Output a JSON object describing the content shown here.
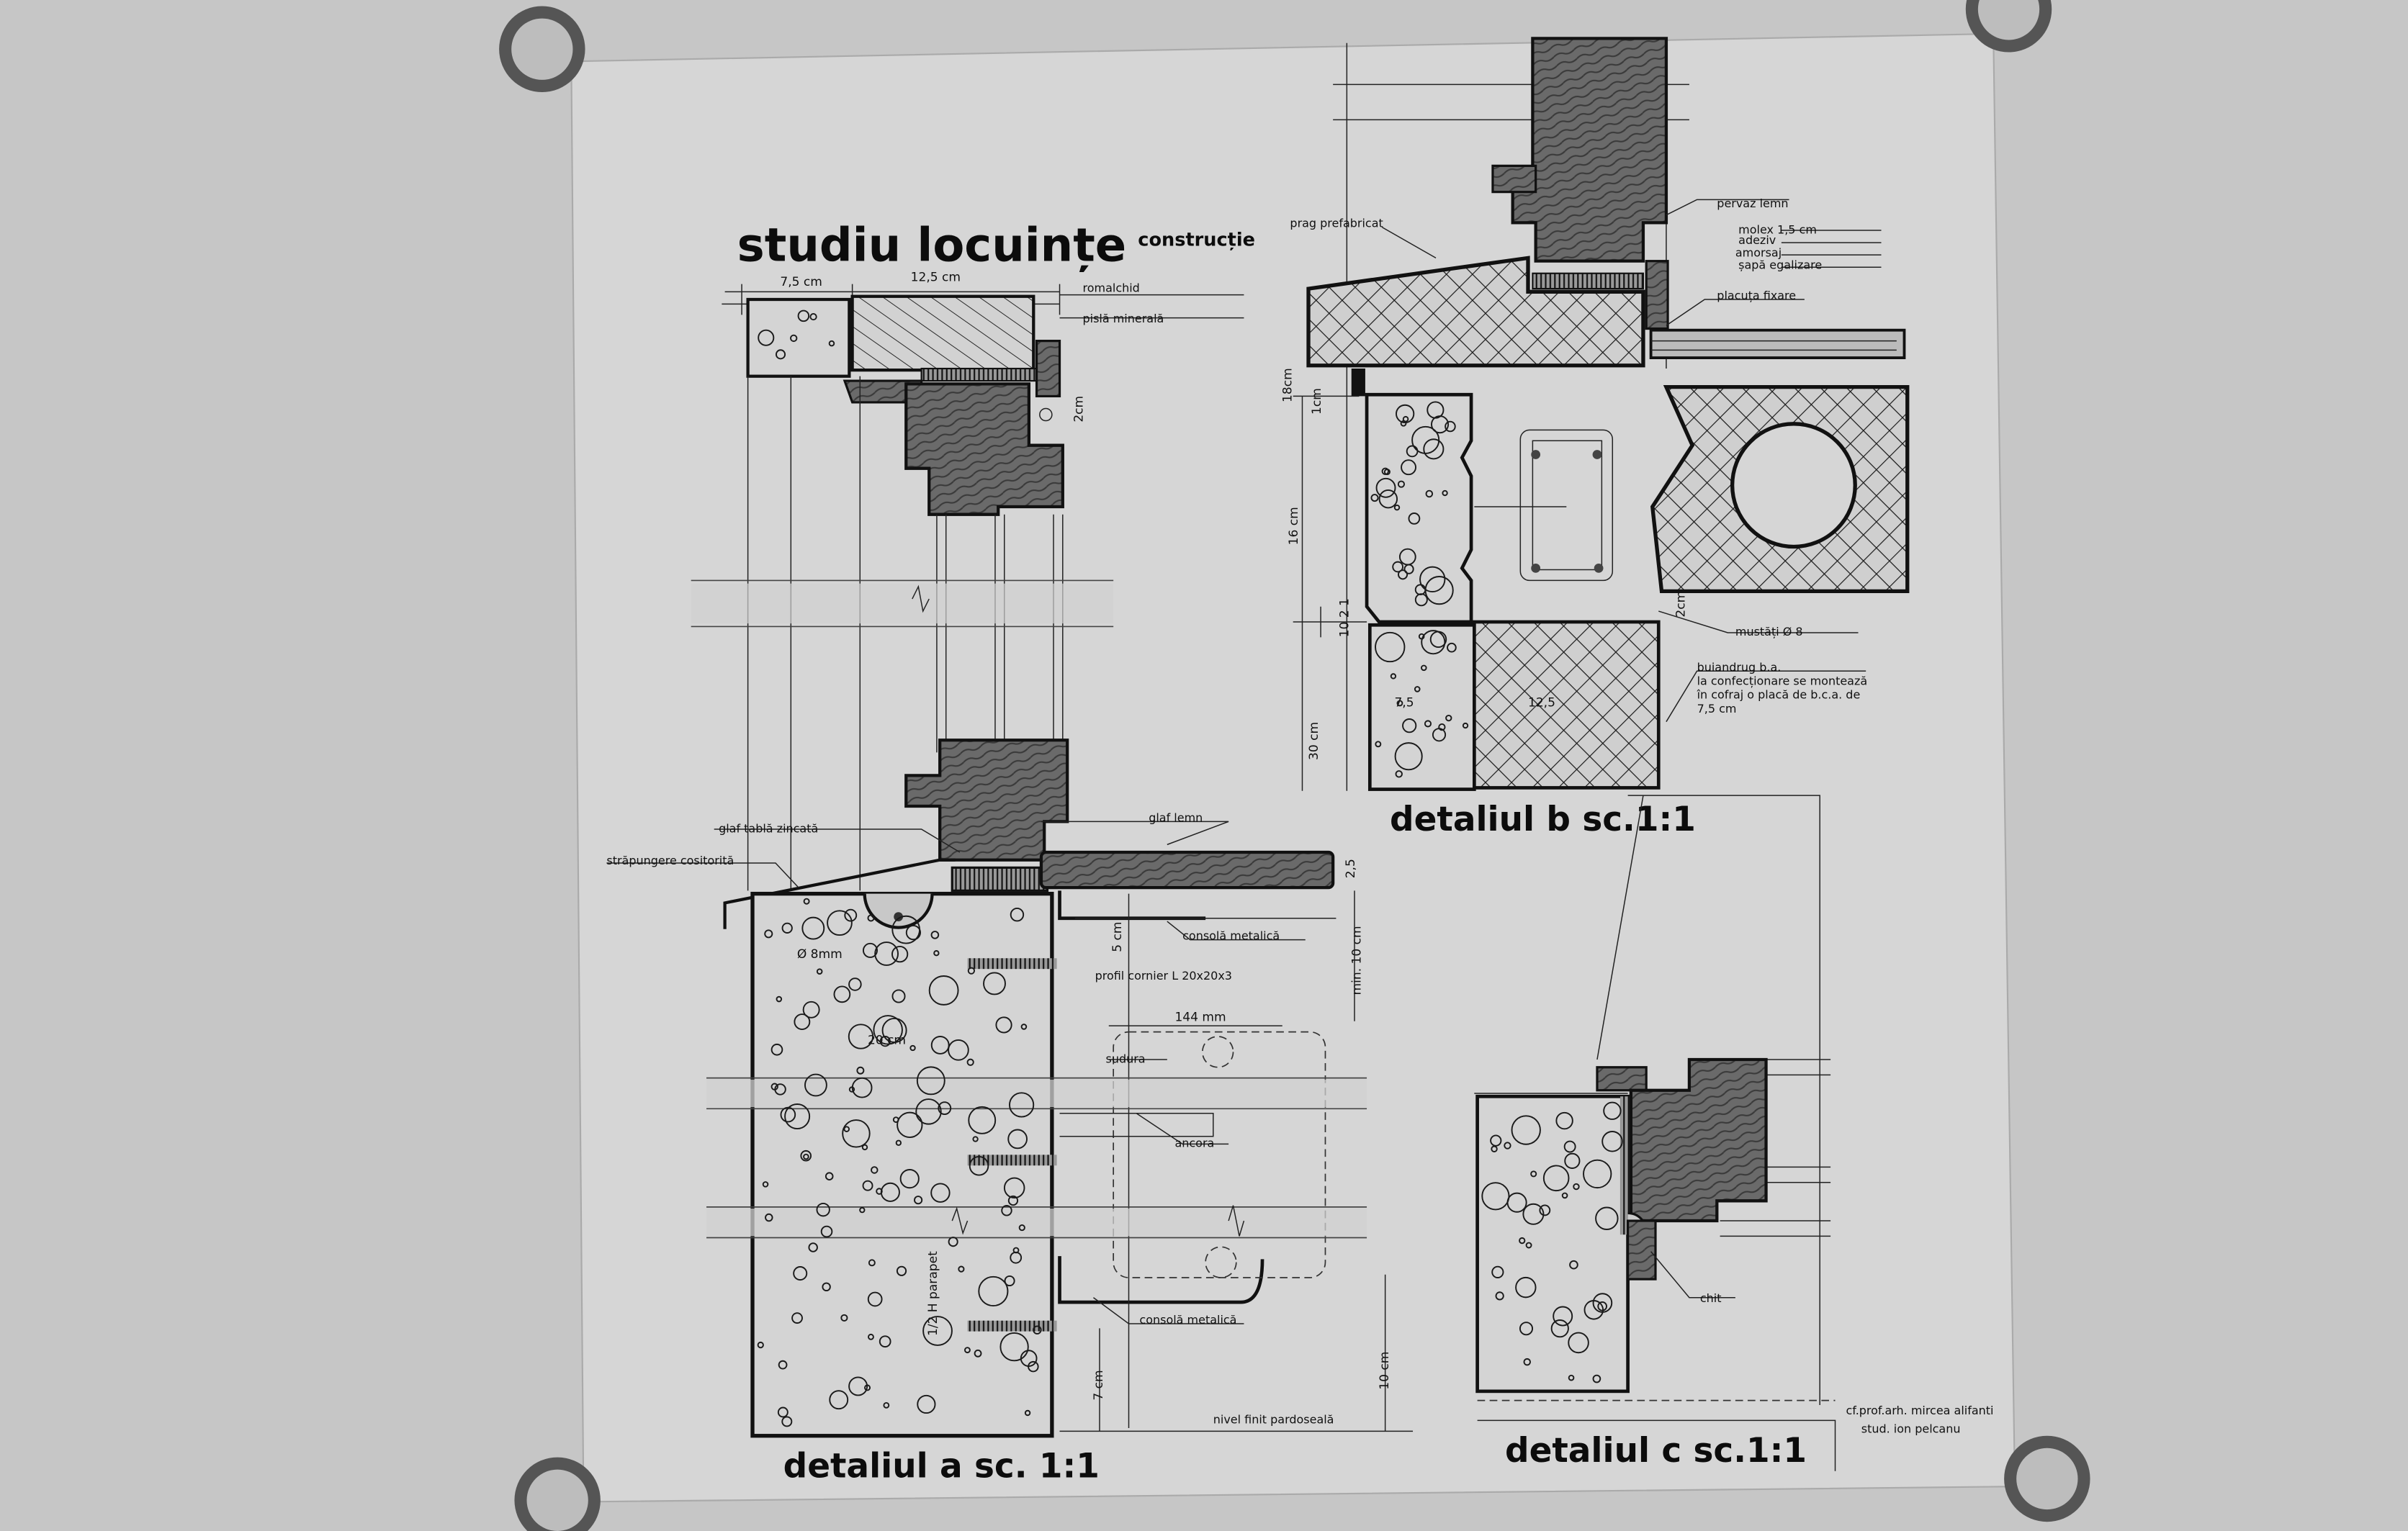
{
  "title": {
    "main": "studiu locuințe",
    "sub": "construcție"
  },
  "detail_a": {
    "caption": "detaliul a sc. 1:1",
    "dims": {
      "d1": "7,5 cm",
      "d2": "12,5 cm",
      "d3": "2cm",
      "d4": "2,5",
      "d5": "5 cm",
      "d6": "min. 10 cm",
      "d7": "144 mm",
      "d8": "20 cm",
      "d9": "7 cm",
      "d10": "10 cm",
      "d11": "Ø 8mm",
      "d12": "1/2 H parapet"
    },
    "labels": {
      "romalchid": "romalchid",
      "pisla": "pislă minerală",
      "glaf_tabla": "glaf tablă zincată",
      "strapungere": "străpungere cositorită",
      "glaf_lemn": "glaf lemn",
      "consola1": "consolă metalică",
      "profil": "profil cornier L 20x20x3",
      "sudura": "sudura",
      "ancora": "ancora",
      "consola2": "consolă metalică",
      "nivel": "nivel finit pardoseală"
    }
  },
  "detail_b": {
    "caption": "detaliul b sc.1:1",
    "labels": {
      "prag": "prag prefabricat",
      "pervaz": "pervaz lemn",
      "molex": "molex 1,5 cm",
      "adeziv": "adeziv",
      "amorsaj": "amorsaj",
      "sapa": "șapă egalizare",
      "placuta": "placuța fixare",
      "mustati": "mustăți Ø 8",
      "buiandrug": "buiandrug b.a.",
      "note1": "la confecționare se montează",
      "note2": "în cofraj o placă de b.c.a. de",
      "note3": "7,5 cm"
    },
    "dims": {
      "d1": "18cm",
      "d2": "1cm",
      "d3": "16 cm",
      "d4": "10 2 1",
      "d5": "30 cm",
      "d6": "7,5",
      "d7": "12,5",
      "d8": "2cm"
    }
  },
  "detail_c": {
    "caption": "detaliul c sc.1:1",
    "labels": {
      "chit": "chit"
    }
  },
  "credits": {
    "line1": "cf.prof.arh. mircea alifanti",
    "line2": "stud. ion pelcanu"
  },
  "colors": {
    "background": "#c9c9c9",
    "paper": "#d8d8d8",
    "ink": "#111111"
  }
}
